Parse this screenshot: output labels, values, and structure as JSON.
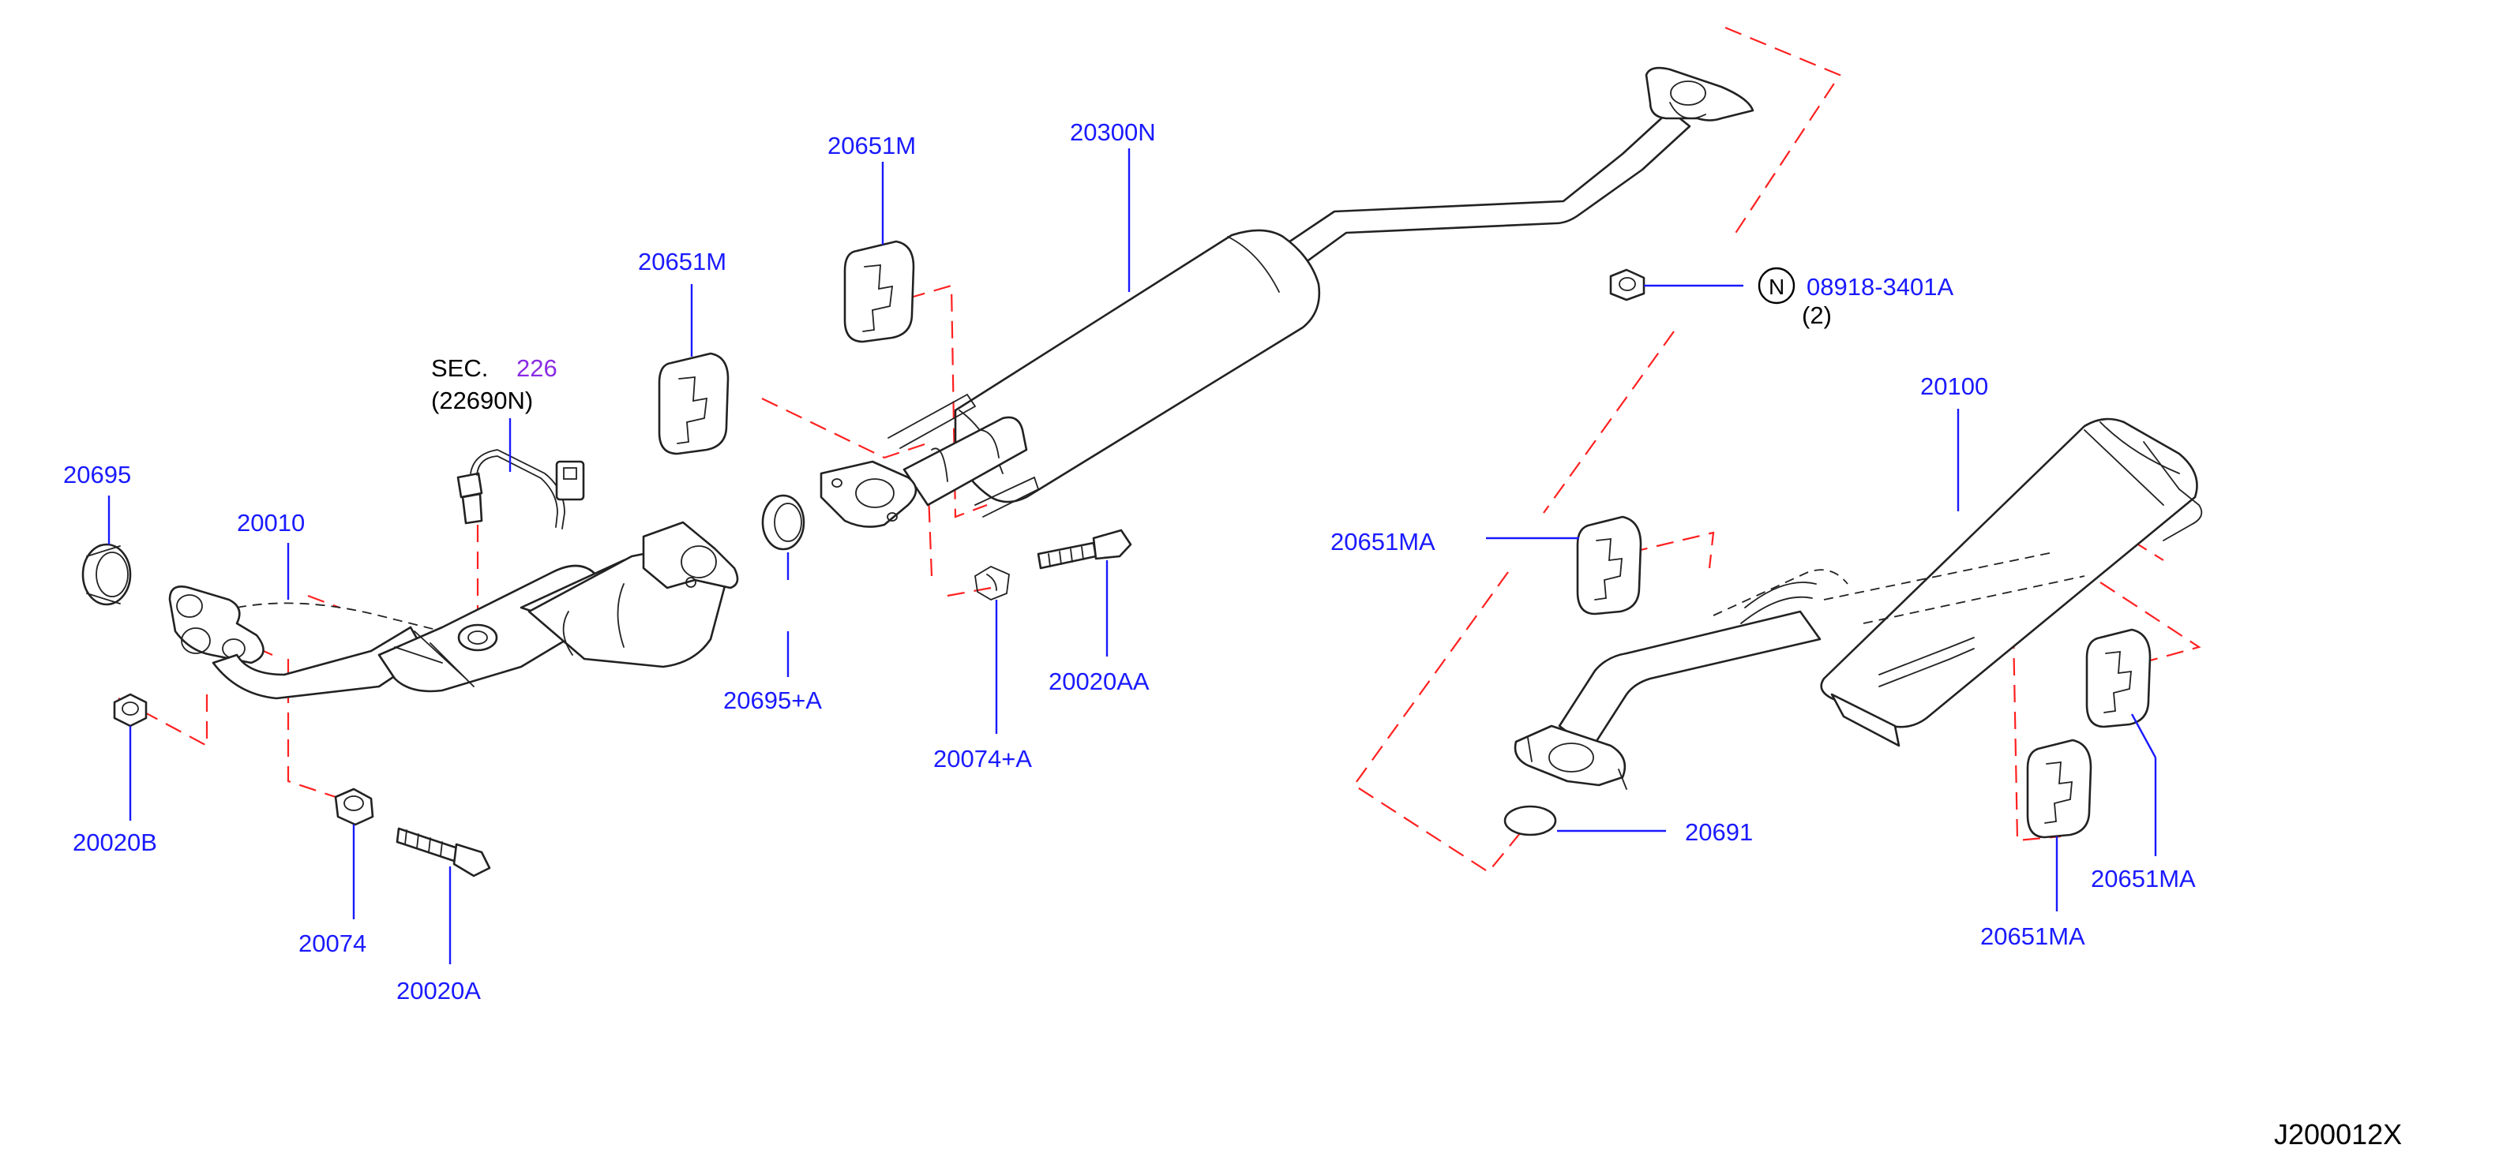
{
  "labels": {
    "p20695": "20695",
    "p20010": "20010",
    "p20020B": "20020B",
    "p20074": "20074",
    "p20020A": "20020A",
    "sec": "SEC.",
    "sec_num": "226",
    "sec_ref": "(22690N)",
    "p20651M_a": "20651M",
    "p20651M_b": "20651M",
    "p20695A": "20695+A",
    "p20300N": "20300N",
    "p20074A": "20074+A",
    "p20020AA": "20020AA",
    "nut_symbol": "N",
    "nut_part": "08918-3401A",
    "nut_qty": "(2)",
    "p20100": "20100",
    "p20651MA_a": "20651MA",
    "p20691": "20691",
    "p20651MA_b": "20651MA",
    "p20651MA_c": "20651MA",
    "diagram_id": "J200012X"
  },
  "colors": {
    "part_number": "#1a1aff",
    "phantom_line": "#ff2020",
    "section_ref": "#8a2be2",
    "line_art": "#222222"
  }
}
